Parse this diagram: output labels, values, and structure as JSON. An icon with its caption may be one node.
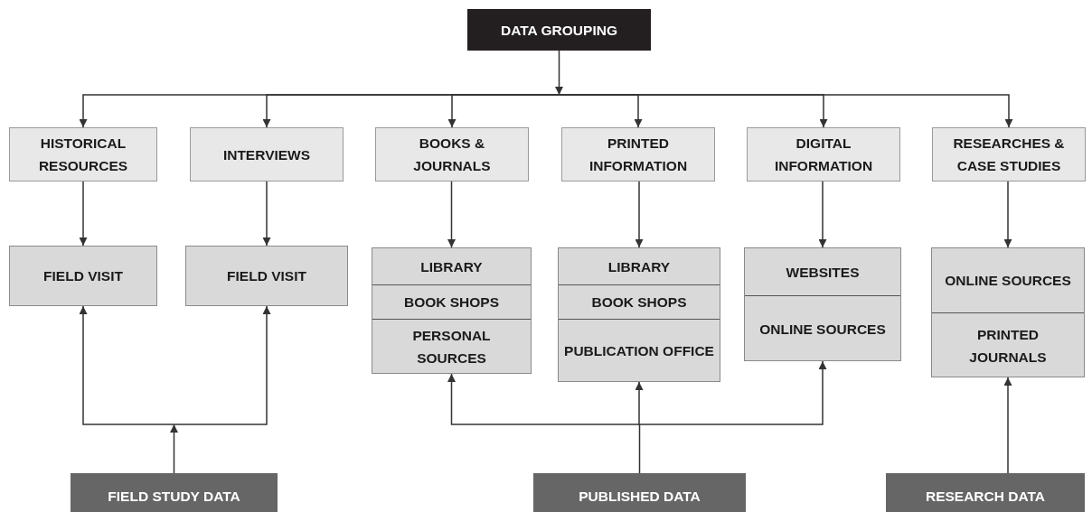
{
  "diagram": {
    "nodes": [
      {
        "text": [
          "DATA GROUPING"
        ]
      },
      {
        "text": [
          "HISTORICAL RESOURCES"
        ]
      },
      {
        "text": [
          "INTERVIEWS"
        ]
      },
      {
        "text": [
          "BOOKS & JOURNALS"
        ]
      },
      {
        "text": [
          "PRINTED INFORMATION"
        ]
      },
      {
        "text": [
          "DIGITAL INFORMATION"
        ]
      },
      {
        "text": [
          "RESEARCHES & CASE STUDIES"
        ]
      },
      {
        "text": [
          "FIELD VISIT"
        ]
      },
      {
        "text": [
          "FIELD VISIT"
        ]
      },
      {
        "text": [
          "LIBRARY",
          "BOOK SHOPS",
          "PERSONAL SOURCES"
        ]
      },
      {
        "text": [
          "LIBRARY",
          "BOOK SHOPS",
          "PUBLICATION OFFICE"
        ]
      },
      {
        "text": [
          "WEBSITES",
          "ONLINE SOURCES"
        ]
      },
      {
        "text": [
          "ONLINE SOURCES",
          "PRINTED JOURNALS"
        ]
      },
      {
        "text": [
          "FIELD STUDY DATA"
        ]
      },
      {
        "text": [
          "PUBLISHED DATA"
        ]
      },
      {
        "text": [
          "RESEARCH DATA"
        ]
      }
    ],
    "edges": [
      {
        "from": 0,
        "to": 1,
        "arrow": "to"
      },
      {
        "from": 0,
        "to": 2,
        "arrow": "to"
      },
      {
        "from": 0,
        "to": 3,
        "arrow": "to"
      },
      {
        "from": 0,
        "to": 4,
        "arrow": "to"
      },
      {
        "from": 0,
        "to": 5,
        "arrow": "to"
      },
      {
        "from": 0,
        "to": 6,
        "arrow": "to"
      },
      {
        "from": 1,
        "to": 7,
        "arrow": "to"
      },
      {
        "from": 2,
        "to": 8,
        "arrow": "to"
      },
      {
        "from": 3,
        "to": 9,
        "arrow": "to"
      },
      {
        "from": 4,
        "to": 10,
        "arrow": "to"
      },
      {
        "from": 5,
        "to": 11,
        "arrow": "to"
      },
      {
        "from": 6,
        "to": 12,
        "arrow": "to"
      },
      {
        "from": 13,
        "to": 7,
        "arrow": "to"
      },
      {
        "from": 13,
        "to": 8,
        "arrow": "to"
      },
      {
        "from": 14,
        "to": 9,
        "arrow": "to"
      },
      {
        "from": 14,
        "to": 10,
        "arrow": "to"
      },
      {
        "from": 14,
        "to": 11,
        "arrow": "to"
      },
      {
        "from": 15,
        "to": 12,
        "arrow": "to"
      }
    ]
  }
}
